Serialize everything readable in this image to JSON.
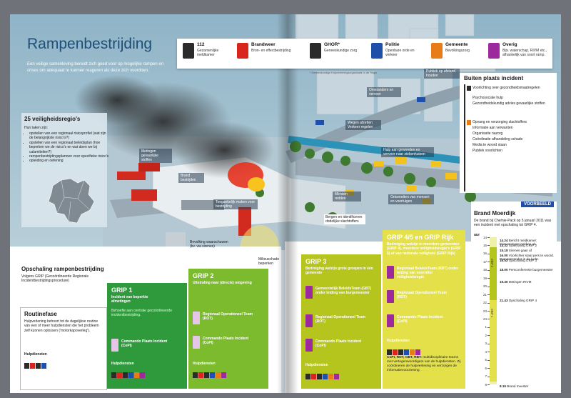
{
  "title": "Rampenbestrijding",
  "intro": "Een veilige samenleving bereidt zich goed voor op mogelijke rampen en crises om adequaat te kunnen reageren als deze zich voordoen.",
  "legend": [
    {
      "key": "112",
      "name": "112",
      "desc": "Gezamenlijke meldkamer",
      "color": "#2b2b2b",
      "icon": "headset-icon"
    },
    {
      "key": "brandweer",
      "name": "Brandweer",
      "desc": "Bron- en effectbestrijding",
      "color": "#d8261c",
      "icon": "firefighter-icon"
    },
    {
      "key": "ghor",
      "name": "GHOR*",
      "desc": "Geneeskundige zorg",
      "color": "#2b2b2b",
      "icon": "medic-icon"
    },
    {
      "key": "politie",
      "name": "Politie",
      "desc": "Openbare orde en verkeer",
      "color": "#1f4fa8",
      "icon": "police-icon"
    },
    {
      "key": "gemeente",
      "name": "Gemeente",
      "desc": "Bevolkingszorg",
      "color": "#e87c18",
      "icon": "municipality-icon"
    },
    {
      "key": "overig",
      "name": "Overig",
      "desc": "Bijv. waterschap, RIVM etc., afhankelijk van soort ramp.",
      "color": "#9c2a9c",
      "icon": "other-icon"
    }
  ],
  "legend_note": "* Geneeskundige Hulpverleningsorganisatie in de Regio",
  "callouts": {
    "publiek": "Publiek op afstand houden",
    "omstanders": "Omstanders en vervoer",
    "wegen": "Wegen afzetten Verkeer regelen",
    "metingen": "Metingen gevaarlijke stoffen",
    "hulp": "Hulp aan gewonden en vervoer naar ziekenhuizen",
    "brand": "Brand bestrijden",
    "toegankelijk": "Toegankelijk maken voor bestrijding",
    "mensen_redden": "Mensen redden",
    "ontsmetten": "Ontsmetten van mensen en voertuigen",
    "bevolking": "Bevolking waarschuwen (bv. via sirenes)",
    "milieuschade": "Milieuschade beperken",
    "bergen": "Bergen en identificeren dodelijke slachtoffers"
  },
  "buiten": {
    "title": "Buiten plaats incident",
    "items": [
      "Voorlichting over gezondheidsmaatregelen",
      "Psychosociale hulp",
      "Gezondheidskundig advies gevaarlijke stoffen",
      "Opvang en verzorging slachtoffers",
      "Informatie aan verwanten",
      "Organisatie nazorg",
      "Coördinatie afhandeling schade",
      "Media te woord staan",
      "Publiek voorlichten"
    ]
  },
  "regios": {
    "title": "25 veiligheidsregio's",
    "lead": "Hun taken zijn:",
    "items": [
      "opstellen van een regionaal risicoprofiel (wat zijn de belangrijkste risico's?)",
      "opstellen van een regionaal beleidsplan (hoe beperken we de risico's en wat doen we bij calamiteiten?)",
      "rampenbestrijdingsplannen voor specifieke risico's",
      "opleiding en oefening"
    ]
  },
  "opschaling": {
    "title": "Opschaling rampenbestrijding",
    "text": "Volgens GRIP (Gecoördineerde Regionale Incidentbestrijdingsprocedure)"
  },
  "routinefase": {
    "title": "Routinefase",
    "text": "Hulpverlening behoort tot de dagelijkse routine van een of meer hulpdiensten die het probleem zelf kunnen oplossen ('motorkapoverleg').",
    "hulp_label": "Hulpdiensten"
  },
  "grip1": {
    "title": "GRIP 1",
    "sub": "Incident van beperkte afmetingen",
    "text": "Behoefte aan centrale gecoördineerde incidentbestrijding.",
    "team": "Commando Plaats Incident (CoPI)",
    "hulp_label": "Hulpdiensten"
  },
  "grip2": {
    "title": "GRIP 2",
    "sub": "Uitstraling naar (directe) omgeving",
    "team1": "Regionaal Operationeel Team (ROT)",
    "team2": "Commando Plaats Incident (CoPI)",
    "hulp_label": "Hulpdiensten"
  },
  "grip3": {
    "title": "GRIP 3",
    "sub": "Bedreiging welzijn grote groepen in één gemeente",
    "team1": "Gemeentelijk BeleidsTeam (GBT) onder leiding van burgemeester",
    "team2": "Regionaal Operationeel Team (ROT)",
    "team3": "Commando Plaats Incident (CoPI)",
    "hulp_label": "Hulpdiensten"
  },
  "grip4": {
    "title": "GRIP 4/5 en GRIP Rijk",
    "sub": "Bedreiging welzijn in meerdere gemeenten (GRIP 4), meerdere veiligheidsregio's (GRIP 5) of van nationale veiligheid (GRIP Rijk)",
    "team1": "Regionaal BeleidsTeam (RBT) onder leiding van voorzitter veiligheidsregio",
    "team2": "Regionaal Operationeel Team (ROT)",
    "team3": "Commando Plaats Incident (CoPI)",
    "hulp_label": "Hulpdiensten",
    "footnote_bold": "CoPI, ROT, GBT, RBT:",
    "footnote": "multidisciplinaire teams met vertegenwoordigers van de hulpdiensten. Zij coördineren de hulpverlening en verzorgen de informatievoorziening."
  },
  "moerdijk": {
    "badge": "VOORBEELD",
    "title": "Brand Moerdijk",
    "text": "De brand bij Chemie-Pack op 5 januari 2011 was een incident met opschaling tot GRIP 4.",
    "scale_label": "uur",
    "scale_ticks": [
      14,
      15,
      16,
      17,
      18,
      19,
      20,
      21,
      22,
      23,
      24,
      1,
      2,
      3,
      4,
      5,
      6,
      7,
      8
    ],
    "grip_levels": [
      "GRIP 3",
      "GRIP 4"
    ],
    "events": [
      {
        "time": "14.24",
        "text": "Bericht meldkamer: bluswoningen nakken uit."
      },
      {
        "time": "14.32",
        "text": "Opschaling GRIP 2"
      },
      {
        "time": "15.18",
        "text": "Sirenes gaan af"
      },
      {
        "time": "16.00",
        "text": "Voorlichter staat pers te woord. Rampenzender in de lucht."
      },
      {
        "time": "16.52",
        "text": "Opschaling GRIP 3"
      },
      {
        "time": "18.00",
        "text": "Persconferentie burgemeester"
      },
      {
        "time": "19.30",
        "text": "Metingen RIVM"
      },
      {
        "time": "21.43",
        "text": "Opschaling GRIP 4"
      },
      {
        "time": "8.15",
        "text": "Brand meester"
      }
    ]
  },
  "colors": {
    "grip1": "#2f9a3c",
    "grip2": "#7dbb2e",
    "grip3": "#b6c51e",
    "grip4": "#e4e04a",
    "title": "#1d4f7a"
  }
}
